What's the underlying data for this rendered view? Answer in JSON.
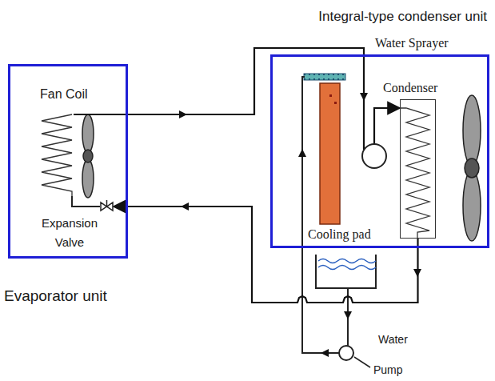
{
  "diagram": {
    "nodes": [
      {
        "text": [
          "Evaporator unit"
        ]
      },
      {
        "text": [
          "Fan Coil"
        ],
        "in": 0
      },
      {
        "text": [
          "Expansion Valve"
        ],
        "in": 0
      },
      {
        "text": [
          "Integral-type condenser unit"
        ]
      },
      {
        "text": [
          "Condenser"
        ],
        "in": 3
      }
    ],
    "edges": [
      {
        "from": 1,
        "to": 4,
        "arrow": "to"
      },
      {
        "from": 4,
        "to": 2,
        "arrow": "to"
      }
    ],
    "labels": [
      "Water Sprayer",
      "Cooling pad",
      "Water",
      "Pump"
    ]
  }
}
